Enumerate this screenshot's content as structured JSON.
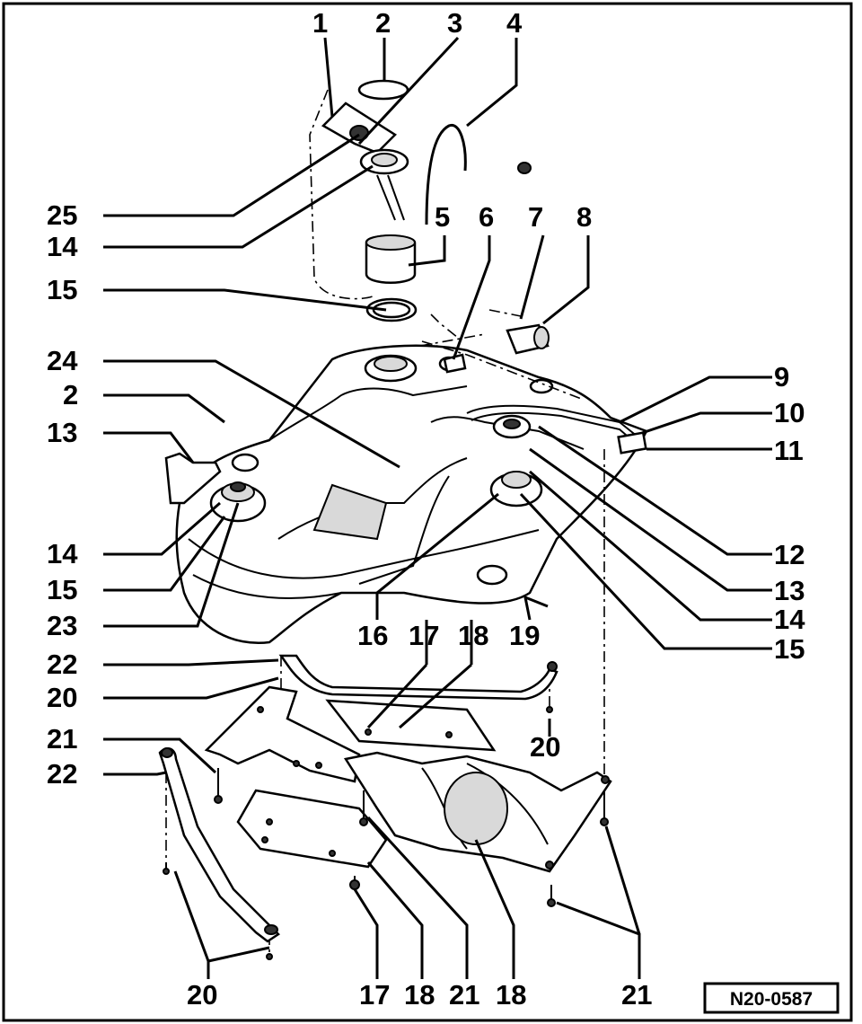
{
  "diagram": {
    "reference_code": "N20-0587",
    "callouts": {
      "c1": "1",
      "c2_top": "2",
      "c3": "3",
      "c4": "4",
      "c25": "25",
      "c14_top": "14",
      "c5": "5",
      "c6": "6",
      "c7": "7",
      "c8": "8",
      "c15_top": "15",
      "c24": "24",
      "c9": "9",
      "c2_left": "2",
      "c10": "10",
      "c13_left": "13",
      "c11": "11",
      "c14_left": "14",
      "c12": "12",
      "c15_left": "15",
      "c13_right": "13",
      "c23": "23",
      "c16": "16",
      "c17_mid": "17",
      "c18_mid": "18",
      "c19": "19",
      "c14_right": "14",
      "c15_right": "15",
      "c22_mid": "22",
      "c20_left": "20",
      "c20_right": "20",
      "c21_left": "21",
      "c22_left": "22",
      "c20_bottom": "20",
      "c17_bottom": "17",
      "c18_bottom_a": "18",
      "c21_bottom_a": "21",
      "c18_bottom_b": "18",
      "c21_bottom_b": "21"
    }
  }
}
